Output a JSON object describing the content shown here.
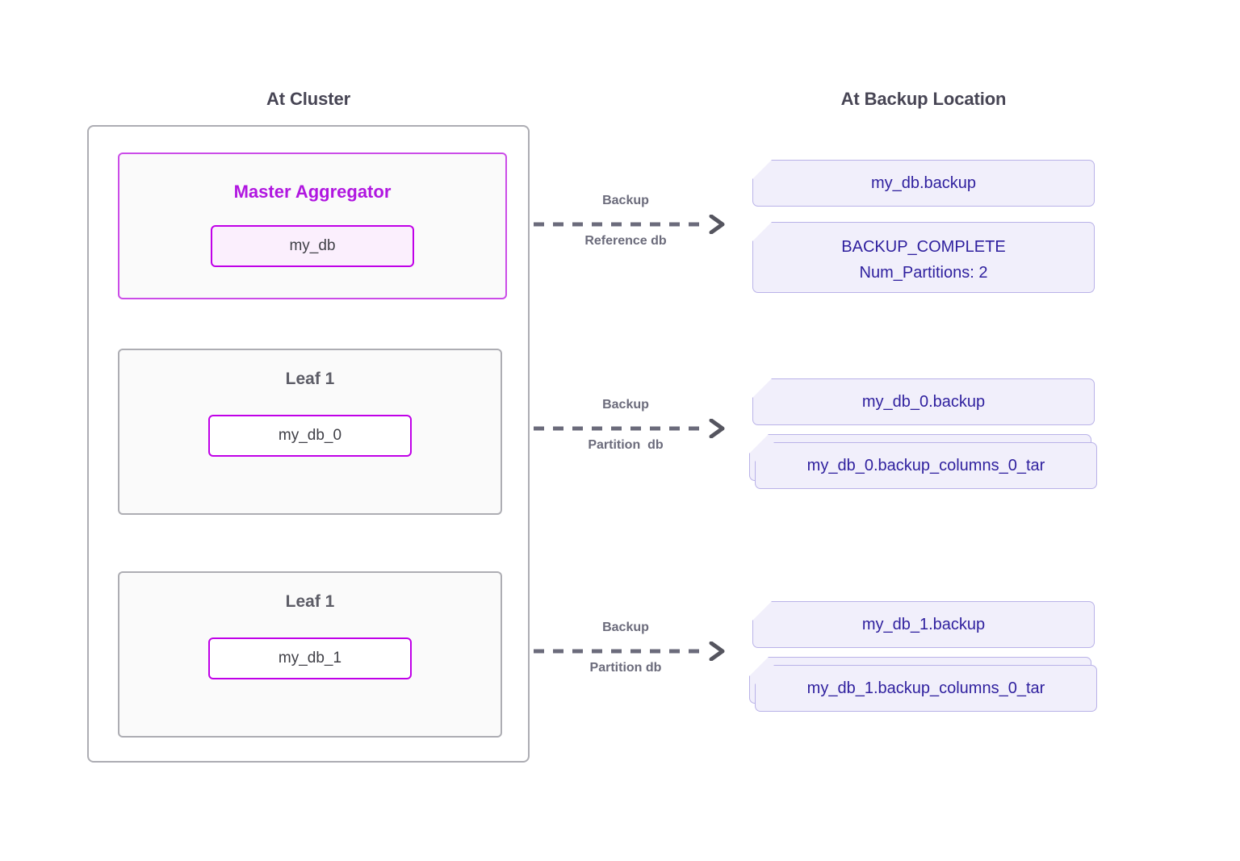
{
  "columns": {
    "cluster_title": "At Cluster",
    "backup_title": "At Backup Location"
  },
  "cluster": {
    "nodes": [
      {
        "title": "Master Aggregator",
        "db": "my_db",
        "style": "master"
      },
      {
        "title": "Leaf 1",
        "db": "my_db_0",
        "style": "leaf"
      },
      {
        "title": "Leaf 1",
        "db": "my_db_1",
        "style": "leaf"
      }
    ]
  },
  "arrows": [
    {
      "top_label": "Backup",
      "bottom_label": "Reference db"
    },
    {
      "top_label": "Backup",
      "bottom_label": "Partition  db"
    },
    {
      "top_label": "Backup",
      "bottom_label": "Partition db"
    }
  ],
  "backup_files": [
    {
      "name": "my_db.backup",
      "stacked": false
    },
    {
      "line1": "BACKUP_COMPLETE",
      "line2": "Num_Partitions: 2",
      "stacked": false
    },
    {
      "name": "my_db_0.backup",
      "stacked": false
    },
    {
      "name": "my_db_0.backup_columns_0_tar",
      "stacked": true
    },
    {
      "name": "my_db_1.backup",
      "stacked": false
    },
    {
      "name": "my_db_1.backup_columns_0_tar",
      "stacked": true
    }
  ],
  "colors": {
    "accent_magenta": "#c000e8",
    "master_title": "#b016e0",
    "heading": "#474554",
    "node_gray_border": "#adadb3",
    "file_fill": "#f1effb",
    "file_border": "#b9b2e8",
    "file_text": "#2e1f9e",
    "arrow": "#6b6b7b"
  }
}
